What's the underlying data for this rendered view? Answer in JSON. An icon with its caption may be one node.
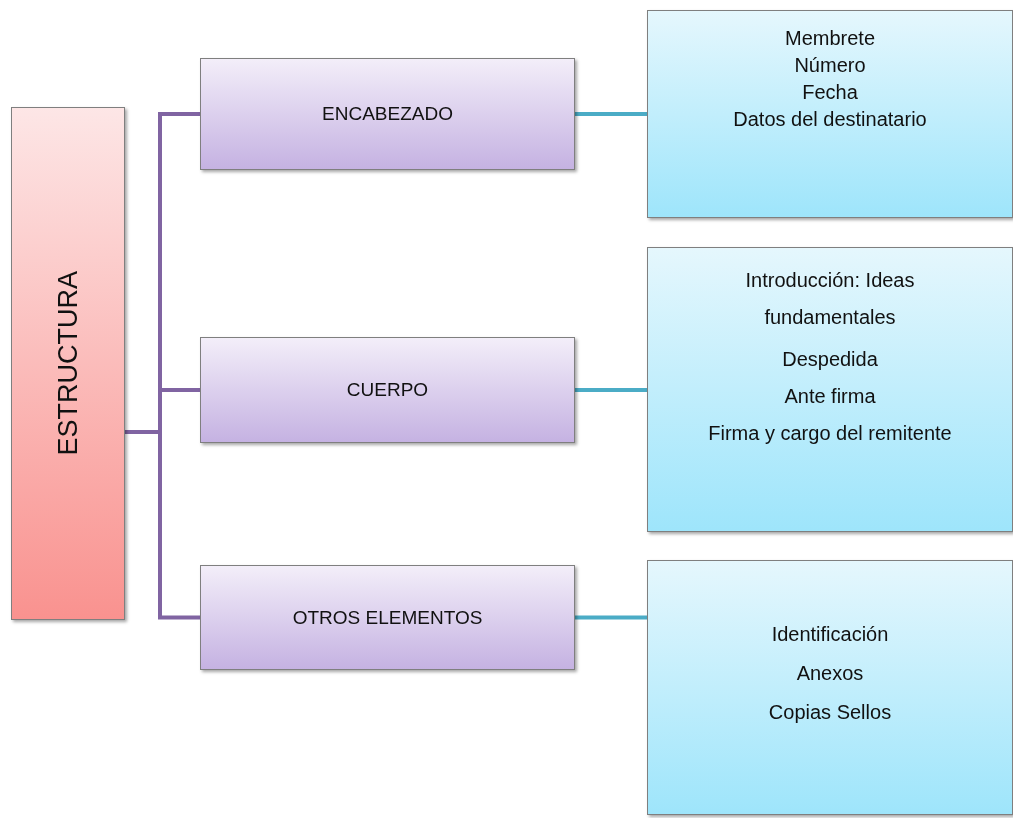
{
  "diagram": {
    "nodes": [
      {
        "text": [
          "ESTRUCTURA"
        ]
      },
      {
        "text": [
          "ENCABEZADO"
        ]
      },
      {
        "text": [
          "CUERPO"
        ]
      },
      {
        "text": [
          "OTROS ELEMENTOS"
        ]
      },
      {
        "text": [
          "Membrete",
          "Número",
          "Fecha",
          "Datos del destinatario"
        ]
      },
      {
        "text": [
          "Introducción: Ideas fundamentales",
          "Despedida",
          "Ante firma",
          "Firma y cargo del remitente"
        ]
      },
      {
        "text": [
          "Identificación",
          "Anexos",
          "Copias Sellos"
        ]
      }
    ],
    "edges": [
      {
        "from": 0,
        "to": 1,
        "arrow": "none",
        "color": "#8064a2"
      },
      {
        "from": 0,
        "to": 2,
        "arrow": "none",
        "color": "#8064a2"
      },
      {
        "from": 0,
        "to": 3,
        "arrow": "none",
        "color": "#8064a2"
      },
      {
        "from": 1,
        "to": 4,
        "arrow": "none",
        "color": "#4bacc6"
      },
      {
        "from": 2,
        "to": 5,
        "arrow": "none",
        "color": "#4bacc6"
      },
      {
        "from": 3,
        "to": 6,
        "arrow": "none",
        "color": "#4bacc6"
      }
    ]
  }
}
